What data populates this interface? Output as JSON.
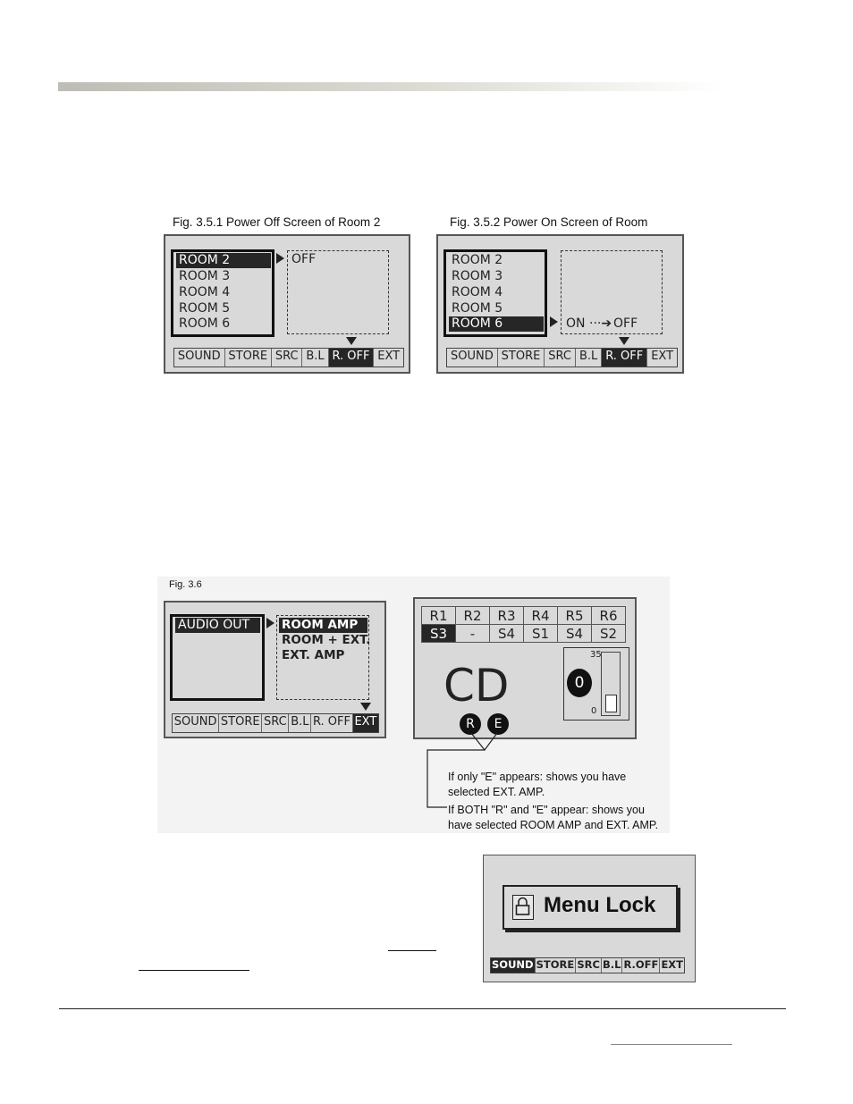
{
  "fig351": {
    "caption": "Fig. 3.5.1 Power Off Screen of Room 2",
    "rooms": [
      "ROOM 2",
      "ROOM 3",
      "ROOM 4",
      "ROOM 5",
      "ROOM 6"
    ],
    "selected_room": "ROOM 2",
    "value": "OFF",
    "tabs": [
      "SOUND",
      "STORE",
      "SRC",
      "B.L",
      "R. OFF",
      "EXT"
    ],
    "selected_tab": "R. OFF"
  },
  "fig352": {
    "caption": "Fig. 3.5.2 Power On Screen of Room",
    "rooms": [
      "ROOM 2",
      "ROOM 3",
      "ROOM 4",
      "ROOM 5",
      "ROOM 6"
    ],
    "selected_room": "ROOM 6",
    "value_on": "ON",
    "value_off": "OFF",
    "tabs": [
      "SOUND",
      "STORE",
      "SRC",
      "B.L",
      "R. OFF",
      "EXT"
    ],
    "selected_tab": "R. OFF"
  },
  "fig36": {
    "caption": "Fig. 3.6",
    "menu_title": "AUDIO OUT",
    "options": [
      "ROOM AMP",
      "ROOM + EXT.",
      "EXT.  AMP"
    ],
    "selected_option": "ROOM AMP",
    "tabs": [
      "SOUND",
      "STORE",
      "SRC",
      "B.L",
      "R. OFF",
      "EXT"
    ],
    "selected_tab": "EXT",
    "grid_rooms": [
      "R1",
      "R2",
      "R3",
      "R4",
      "R5",
      "R6"
    ],
    "grid_sources": [
      "S3",
      "-",
      "S4",
      "S1",
      "S4",
      "S2"
    ],
    "source": "CD",
    "volume": "0",
    "volume_max": "35",
    "volume_min": "0",
    "badge_r": "R",
    "badge_e": "E",
    "note1_line1": "If only \"E\" appears: shows you have",
    "note1_line2": "selected EXT. AMP.",
    "note2_line1": "If BOTH \"R\" and \"E\" appear: shows you",
    "note2_line2": "have selected ROOM AMP and EXT. AMP."
  },
  "menu_lock": {
    "label": "Menu Lock",
    "tabs": [
      "SOUND",
      "STORE",
      "SRC",
      "B.L",
      "R.OFF",
      "EXT"
    ],
    "selected_tab": "SOUND"
  }
}
